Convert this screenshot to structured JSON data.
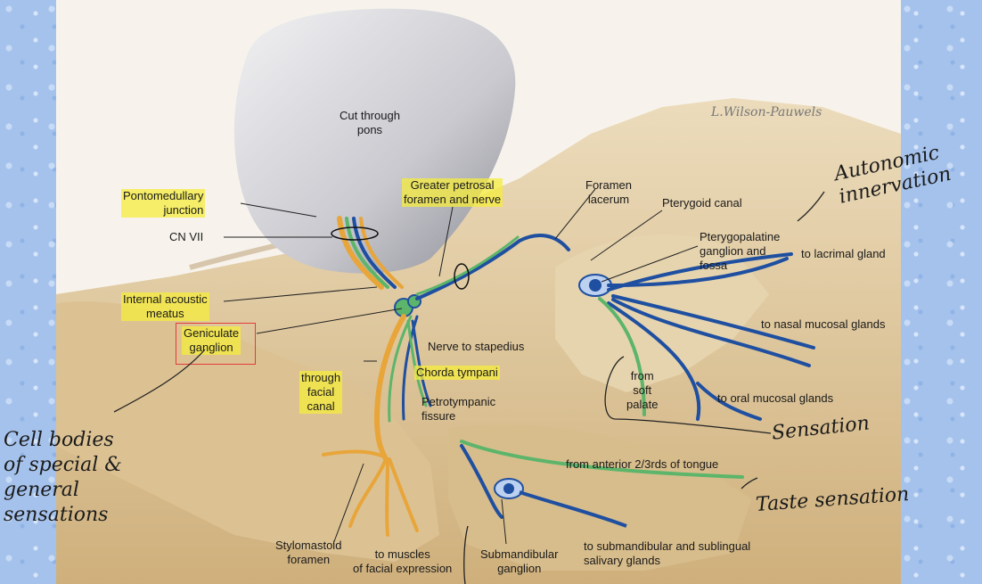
{
  "labels": {
    "cut_through_pons": "Cut through\npons",
    "signature": "L.Wilson-Pauwels",
    "pontomedullary_junction": "Pontomedullary\njunction",
    "cn_vii": "CN VII",
    "greater_petrosal": "Greater petrosal\nforamen and nerve",
    "foramen_lacerum": "Foramen\nlacerum",
    "pterygoid_canal": "Pterygoid canal",
    "pterygopalatine": "Pterygopalatine\nganglion and\nfossa",
    "to_lacrimal": "to lacrimal gland",
    "to_nasal": "to nasal mucosal glands",
    "internal_acoustic": "Internal acoustic\nmeatus",
    "geniculate": "Geniculate\nganglion",
    "nerve_to_stapedius": "Nerve to stapedius",
    "through_facial_canal": "through\nfacial\ncanal",
    "chorda_tympani": "Chorda tympani",
    "petrotympanic": "Petrotympanic\nfissure",
    "from_soft_palate": "from\nsoft\npalate",
    "to_oral": "to oral mucosal glands",
    "from_anterior": "from anterior 2/3rds of tongue",
    "stylomastoid": "Stylomastoid\nforamen",
    "to_muscles": "to muscles\nof facial expression",
    "submandibular_ganglion": "Submandibular\nganglion",
    "to_submandibular": "to submandibular and sublingual\nsalivary glands"
  },
  "handwriting": {
    "autonomic": "Autonomic\ninnervation",
    "sensation": "Sensation",
    "taste": "Taste sensation",
    "cell_bodies": "Cell bodies\nof special &\ngeneral\nsensations"
  },
  "colors": {
    "motor": "#e8a53a",
    "parasympathetic": "#1f4fa0",
    "taste": "#5cb56a",
    "highlight": "#f5ec3c",
    "bone": "#e2cda6"
  }
}
